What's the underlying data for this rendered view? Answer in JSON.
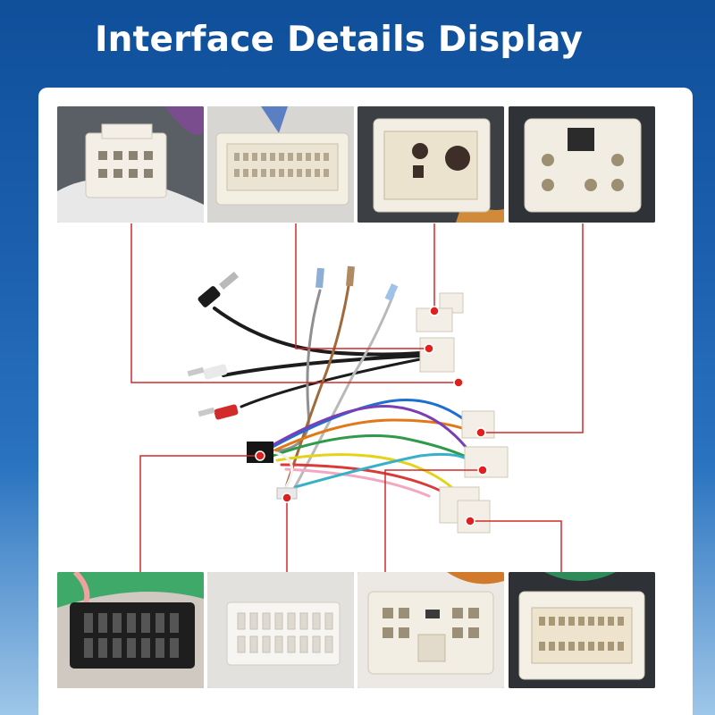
{
  "header": {
    "title": "Interface Details Display"
  },
  "colors": {
    "background": "#1b5fae",
    "callout_line": "#d12b2b",
    "callout_dot": "#e01f1f",
    "connector_body": "#f1ece1"
  },
  "top_connectors": [
    {
      "name": "connector-8-pin",
      "icon": "white-8-pin-plug"
    },
    {
      "name": "connector-24-pin",
      "icon": "white-24-pin-plug"
    },
    {
      "name": "connector-antenna",
      "icon": "white-round-socket-plug"
    },
    {
      "name": "connector-6-pin",
      "icon": "white-6-pin-plug"
    }
  ],
  "bottom_connectors": [
    {
      "name": "connector-16-pin-black",
      "icon": "black-16-pin-plug"
    },
    {
      "name": "connector-20-pin",
      "icon": "white-20-pin-socket"
    },
    {
      "name": "connector-10-pin",
      "icon": "white-10-pin-plug"
    },
    {
      "name": "connector-20-pin-alt",
      "icon": "white-20-pin-plug"
    }
  ]
}
